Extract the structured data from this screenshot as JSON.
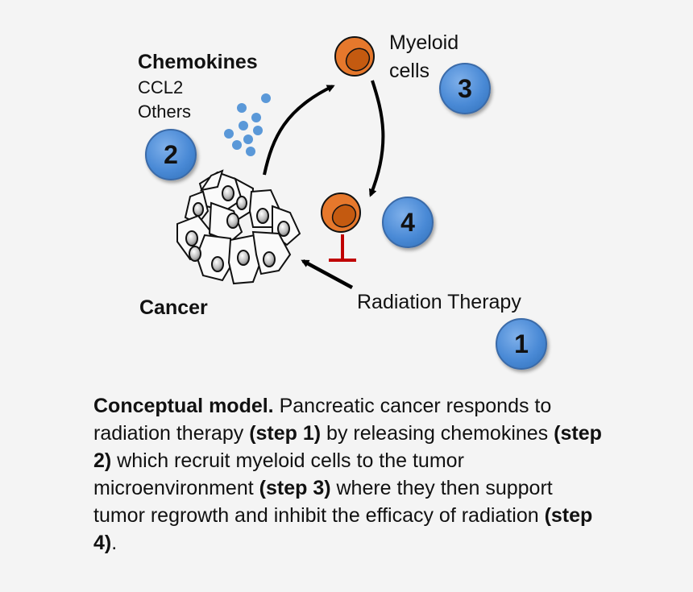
{
  "labels": {
    "chemokines": "Chemokines",
    "ccl2": "CCL2",
    "others": "Others",
    "myeloid_line1": "Myeloid",
    "myeloid_line2": "cells",
    "cancer": "Cancer",
    "radiation": "Radiation Therapy"
  },
  "steps": [
    "1",
    "2",
    "3",
    "4"
  ],
  "colors": {
    "step_badge": "#4a8ad6",
    "chemokine_dot": "#5a98d8",
    "myeloid_cell": "#e6782c",
    "inhibition": "#c00000",
    "arrow": "#000000"
  },
  "caption": {
    "lead": "Conceptual model.",
    "t1": " Pancreatic cancer responds to radiation therapy ",
    "s1": "(step 1)",
    "t2": " by releasing chemokines ",
    "s2": "(step 2)",
    "t3": " which recruit myeloid cells to the tumor microenvironment ",
    "s3": "(step 3)",
    "t4": " where they then support tumor regrowth and inhibit the efficacy of radiation ",
    "s4": "(step 4)",
    "t5": "."
  }
}
